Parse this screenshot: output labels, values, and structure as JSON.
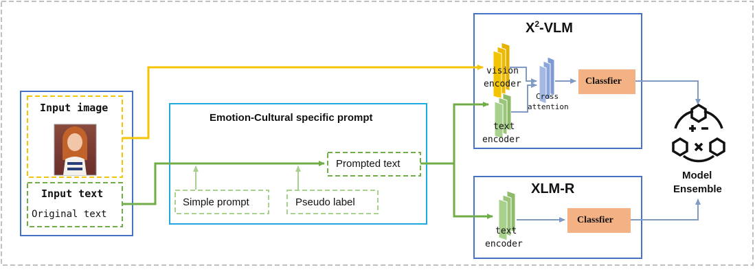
{
  "input_panel": {
    "image_label": "Input image",
    "text_label": "Input text",
    "text_value": "Original text"
  },
  "prompt_panel": {
    "title": "Emotion-Cultural specific prompt",
    "prompted_text": "Prompted text",
    "simple_prompt": "Simple prompt",
    "pseudo_label": "Pseudo label"
  },
  "x2vlm": {
    "title_base": "X",
    "title_sup": "2",
    "title_rest": "-VLM",
    "vision_encoder": [
      "vision",
      "encoder"
    ],
    "text_encoder": [
      "text",
      "encoder"
    ],
    "cross_attention": [
      "Cross",
      "attention"
    ],
    "classifier": "Classfier"
  },
  "xlmr": {
    "title": "XLM-R",
    "text_encoder": [
      "text",
      "encoder"
    ],
    "classifier": "Classfier"
  },
  "ensemble": {
    "label": [
      "Model",
      "Ensemble"
    ],
    "icon": "model-ensemble-icon"
  },
  "colors": {
    "blue_border": "#4472c4",
    "cyan_border": "#1fa9e1",
    "yellow": "#f5c400",
    "green": "#70ad47",
    "light_green": "#a9d18e",
    "classifier_fill": "#f4b183",
    "cross_attention": "#8faadc",
    "arrow_blue": "#7f9ac4",
    "outer_dash": "#bfbfbf"
  }
}
